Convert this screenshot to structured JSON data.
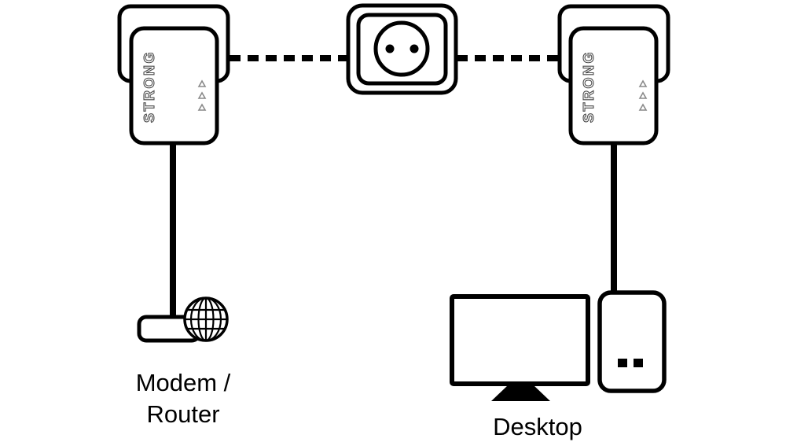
{
  "diagram": {
    "type": "powerline-network-setup-diagram",
    "background_color": "#ffffff",
    "line_color": "#000000",
    "nodes": {
      "left_adapter": {
        "kind": "powerline-adapter",
        "brand": "STRONG"
      },
      "power_outlet": {
        "kind": "wall-power-outlet"
      },
      "right_adapter": {
        "kind": "powerline-adapter",
        "brand": "STRONG"
      },
      "modem": {
        "icon": "globe-icon",
        "label_line1": "Modem /",
        "label_line2": "Router"
      },
      "desktop": {
        "label": "Desktop",
        "icon": "monitor-icon"
      },
      "desktop_adapter": {
        "kind": "powerline-adapter-front"
      }
    },
    "connections": [
      {
        "from": "left_adapter",
        "to": "power_outlet",
        "style": "dashed"
      },
      {
        "from": "power_outlet",
        "to": "right_adapter",
        "style": "dashed"
      },
      {
        "from": "left_adapter",
        "to": "modem",
        "style": "solid"
      },
      {
        "from": "right_adapter",
        "to": "desktop_adapter",
        "style": "solid"
      }
    ]
  }
}
